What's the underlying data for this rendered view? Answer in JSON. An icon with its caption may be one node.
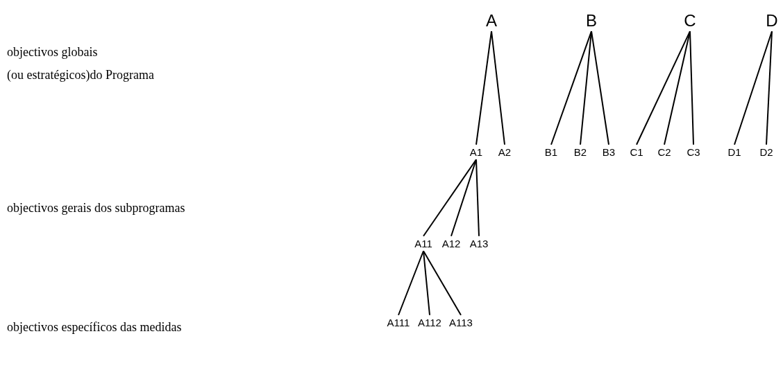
{
  "diagram": {
    "nodes": [
      {
        "text": [
          "A"
        ]
      },
      {
        "text": [
          "B"
        ]
      },
      {
        "text": [
          "C"
        ]
      },
      {
        "text": [
          "D"
        ]
      },
      {
        "text": [
          "A1"
        ]
      },
      {
        "text": [
          "A2"
        ]
      },
      {
        "text": [
          "B1"
        ]
      },
      {
        "text": [
          "B2"
        ]
      },
      {
        "text": [
          "B3"
        ]
      },
      {
        "text": [
          "C1"
        ]
      },
      {
        "text": [
          "C2"
        ]
      },
      {
        "text": [
          "C3"
        ]
      },
      {
        "text": [
          "D1"
        ]
      },
      {
        "text": [
          "D2"
        ]
      },
      {
        "text": [
          "A11"
        ]
      },
      {
        "text": [
          "A12"
        ]
      },
      {
        "text": [
          "A13"
        ]
      },
      {
        "text": [
          "A111"
        ]
      },
      {
        "text": [
          "A112"
        ]
      },
      {
        "text": [
          "A113"
        ]
      }
    ],
    "edges": [
      {
        "from": 0,
        "to": 4,
        "arrow": "none"
      },
      {
        "from": 0,
        "to": 5,
        "arrow": "none"
      },
      {
        "from": 1,
        "to": 6,
        "arrow": "none"
      },
      {
        "from": 1,
        "to": 7,
        "arrow": "none"
      },
      {
        "from": 1,
        "to": 8,
        "arrow": "none"
      },
      {
        "from": 2,
        "to": 9,
        "arrow": "none"
      },
      {
        "from": 2,
        "to": 10,
        "arrow": "none"
      },
      {
        "from": 2,
        "to": 11,
        "arrow": "none"
      },
      {
        "from": 3,
        "to": 12,
        "arrow": "none"
      },
      {
        "from": 3,
        "to": 13,
        "arrow": "none"
      },
      {
        "from": 4,
        "to": 14,
        "arrow": "none"
      },
      {
        "from": 4,
        "to": 15,
        "arrow": "none"
      },
      {
        "from": 4,
        "to": 16,
        "arrow": "none"
      },
      {
        "from": 14,
        "to": 17,
        "arrow": "none"
      },
      {
        "from": 14,
        "to": 18,
        "arrow": "none"
      },
      {
        "from": 14,
        "to": 19,
        "arrow": "none"
      }
    ],
    "labels": [
      "objectivos globais",
      "(ou estratégicos)do Programa",
      "objectivos gerais dos subprogramas",
      "objectivos específicos das medidas"
    ]
  }
}
